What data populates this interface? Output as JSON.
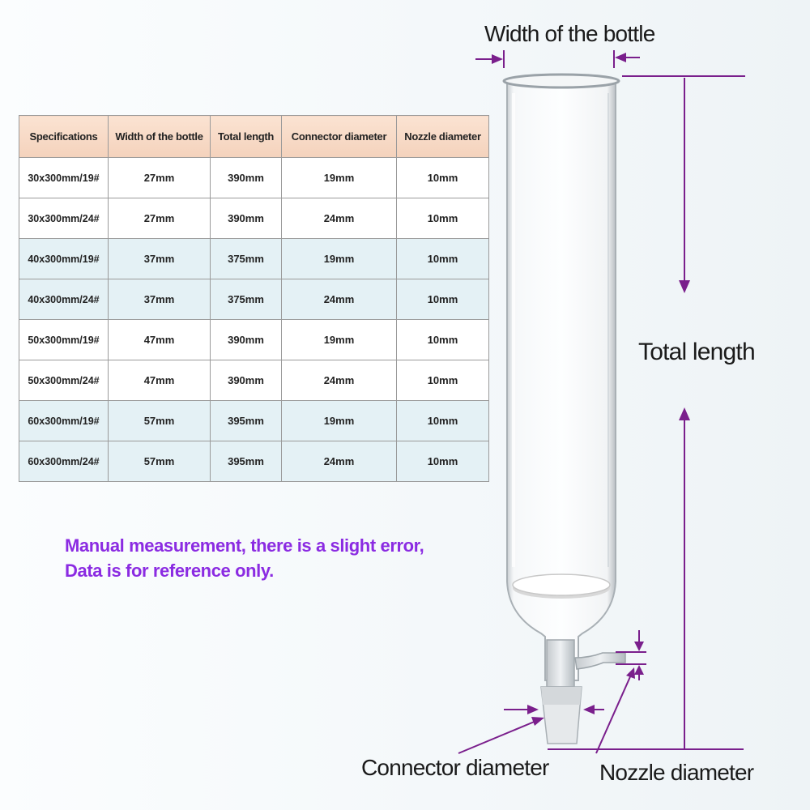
{
  "table": {
    "headers": [
      "Specifications",
      "Width of the bottle",
      "Total length",
      "Connector diameter",
      "Nozzle diameter"
    ],
    "rows": [
      [
        "30x300mm/19#",
        "27mm",
        "390mm",
        "19mm",
        "10mm"
      ],
      [
        "30x300mm/24#",
        "27mm",
        "390mm",
        "24mm",
        "10mm"
      ],
      [
        "40x300mm/19#",
        "37mm",
        "375mm",
        "19mm",
        "10mm"
      ],
      [
        "40x300mm/24#",
        "37mm",
        "375mm",
        "24mm",
        "10mm"
      ],
      [
        "50x300mm/19#",
        "47mm",
        "390mm",
        "19mm",
        "10mm"
      ],
      [
        "50x300mm/24#",
        "47mm",
        "390mm",
        "24mm",
        "10mm"
      ],
      [
        "60x300mm/19#",
        "57mm",
        "395mm",
        "19mm",
        "10mm"
      ],
      [
        "60x300mm/24#",
        "57mm",
        "395mm",
        "24mm",
        "10mm"
      ]
    ]
  },
  "note": {
    "line1": "Manual measurement, there is a slight error,",
    "line2": "Data is for reference only."
  },
  "diagram": {
    "width_label": "Width of the bottle",
    "total_length_label": "Total length",
    "connector_label": "Connector diameter",
    "nozzle_label": "Nozzle diameter"
  },
  "colors": {
    "arrow": "#7a1f8c",
    "note_text": "#8b2be2",
    "header_bg": "#f4d2bc",
    "alt_row_bg": "#e4f1f5"
  }
}
